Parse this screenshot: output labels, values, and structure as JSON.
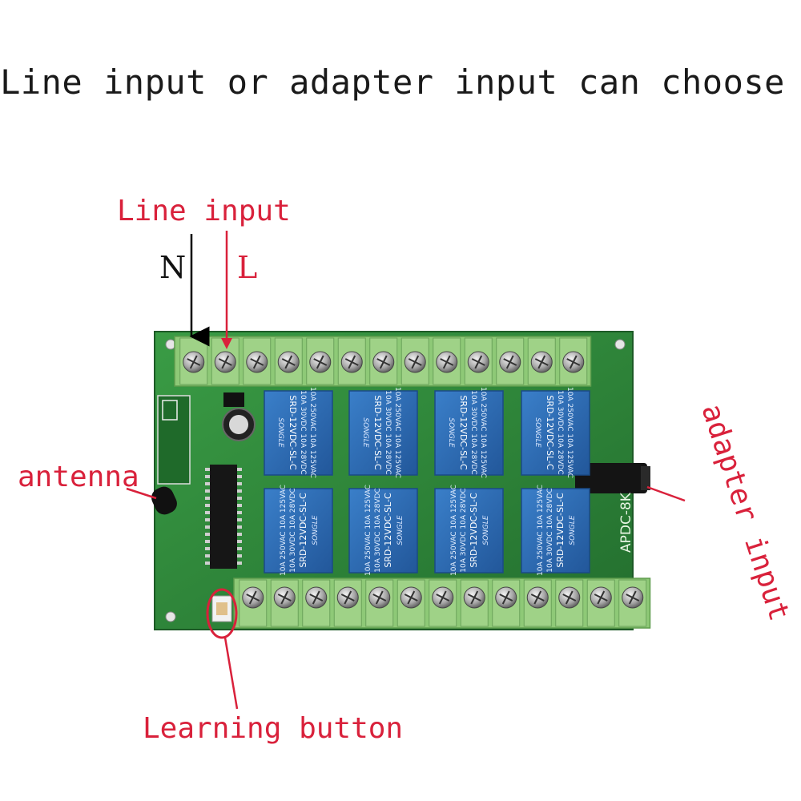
{
  "headline": "Line input or adapter input can choose",
  "labels": {
    "line_input": "Line input",
    "neutral": "N",
    "live": "L",
    "antenna": "antenna",
    "adapter_input": "adapter input",
    "learning_button": "Learning button"
  },
  "board": {
    "model": "APDC-8K",
    "relay_brand": "SONGLE",
    "relay_model": "SRD-12VDC-SL-C",
    "relay_rating_1": "10A 250VAC  10A 125VAC",
    "relay_rating_2": "10A 30VDC  10A 28VDC",
    "relay_count": 8,
    "terminal_rows": 2,
    "terminals_per_row": 13
  },
  "colors": {
    "pcb": "#2f8a3a",
    "pcb_light": "#3ea34a",
    "terminal_block": "#8ec977",
    "relay": "#2d6fb7",
    "callout": "#d9213b",
    "text": "#1a1a1a"
  }
}
